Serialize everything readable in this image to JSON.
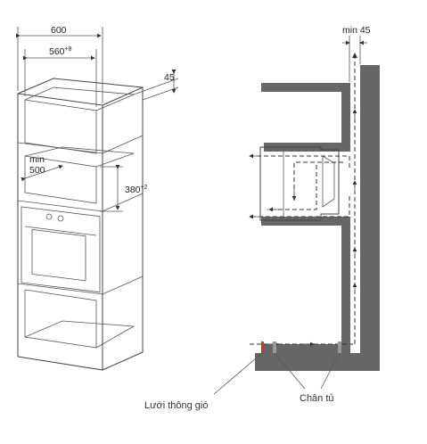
{
  "left_diagram": {
    "width_outer": "600",
    "width_inner": "560",
    "width_inner_tol": "+8",
    "depth": "45",
    "min_label": "min",
    "min_value": "500",
    "height_value": "380",
    "height_tol": "+2"
  },
  "right_diagram": {
    "min_gap_label": "min 45",
    "vent_grille_label": "Lưới thông gió",
    "cabinet_foot_label": "Chân tủ"
  },
  "colors": {
    "wall": "#666666",
    "line": "#444444",
    "text": "#222222"
  }
}
